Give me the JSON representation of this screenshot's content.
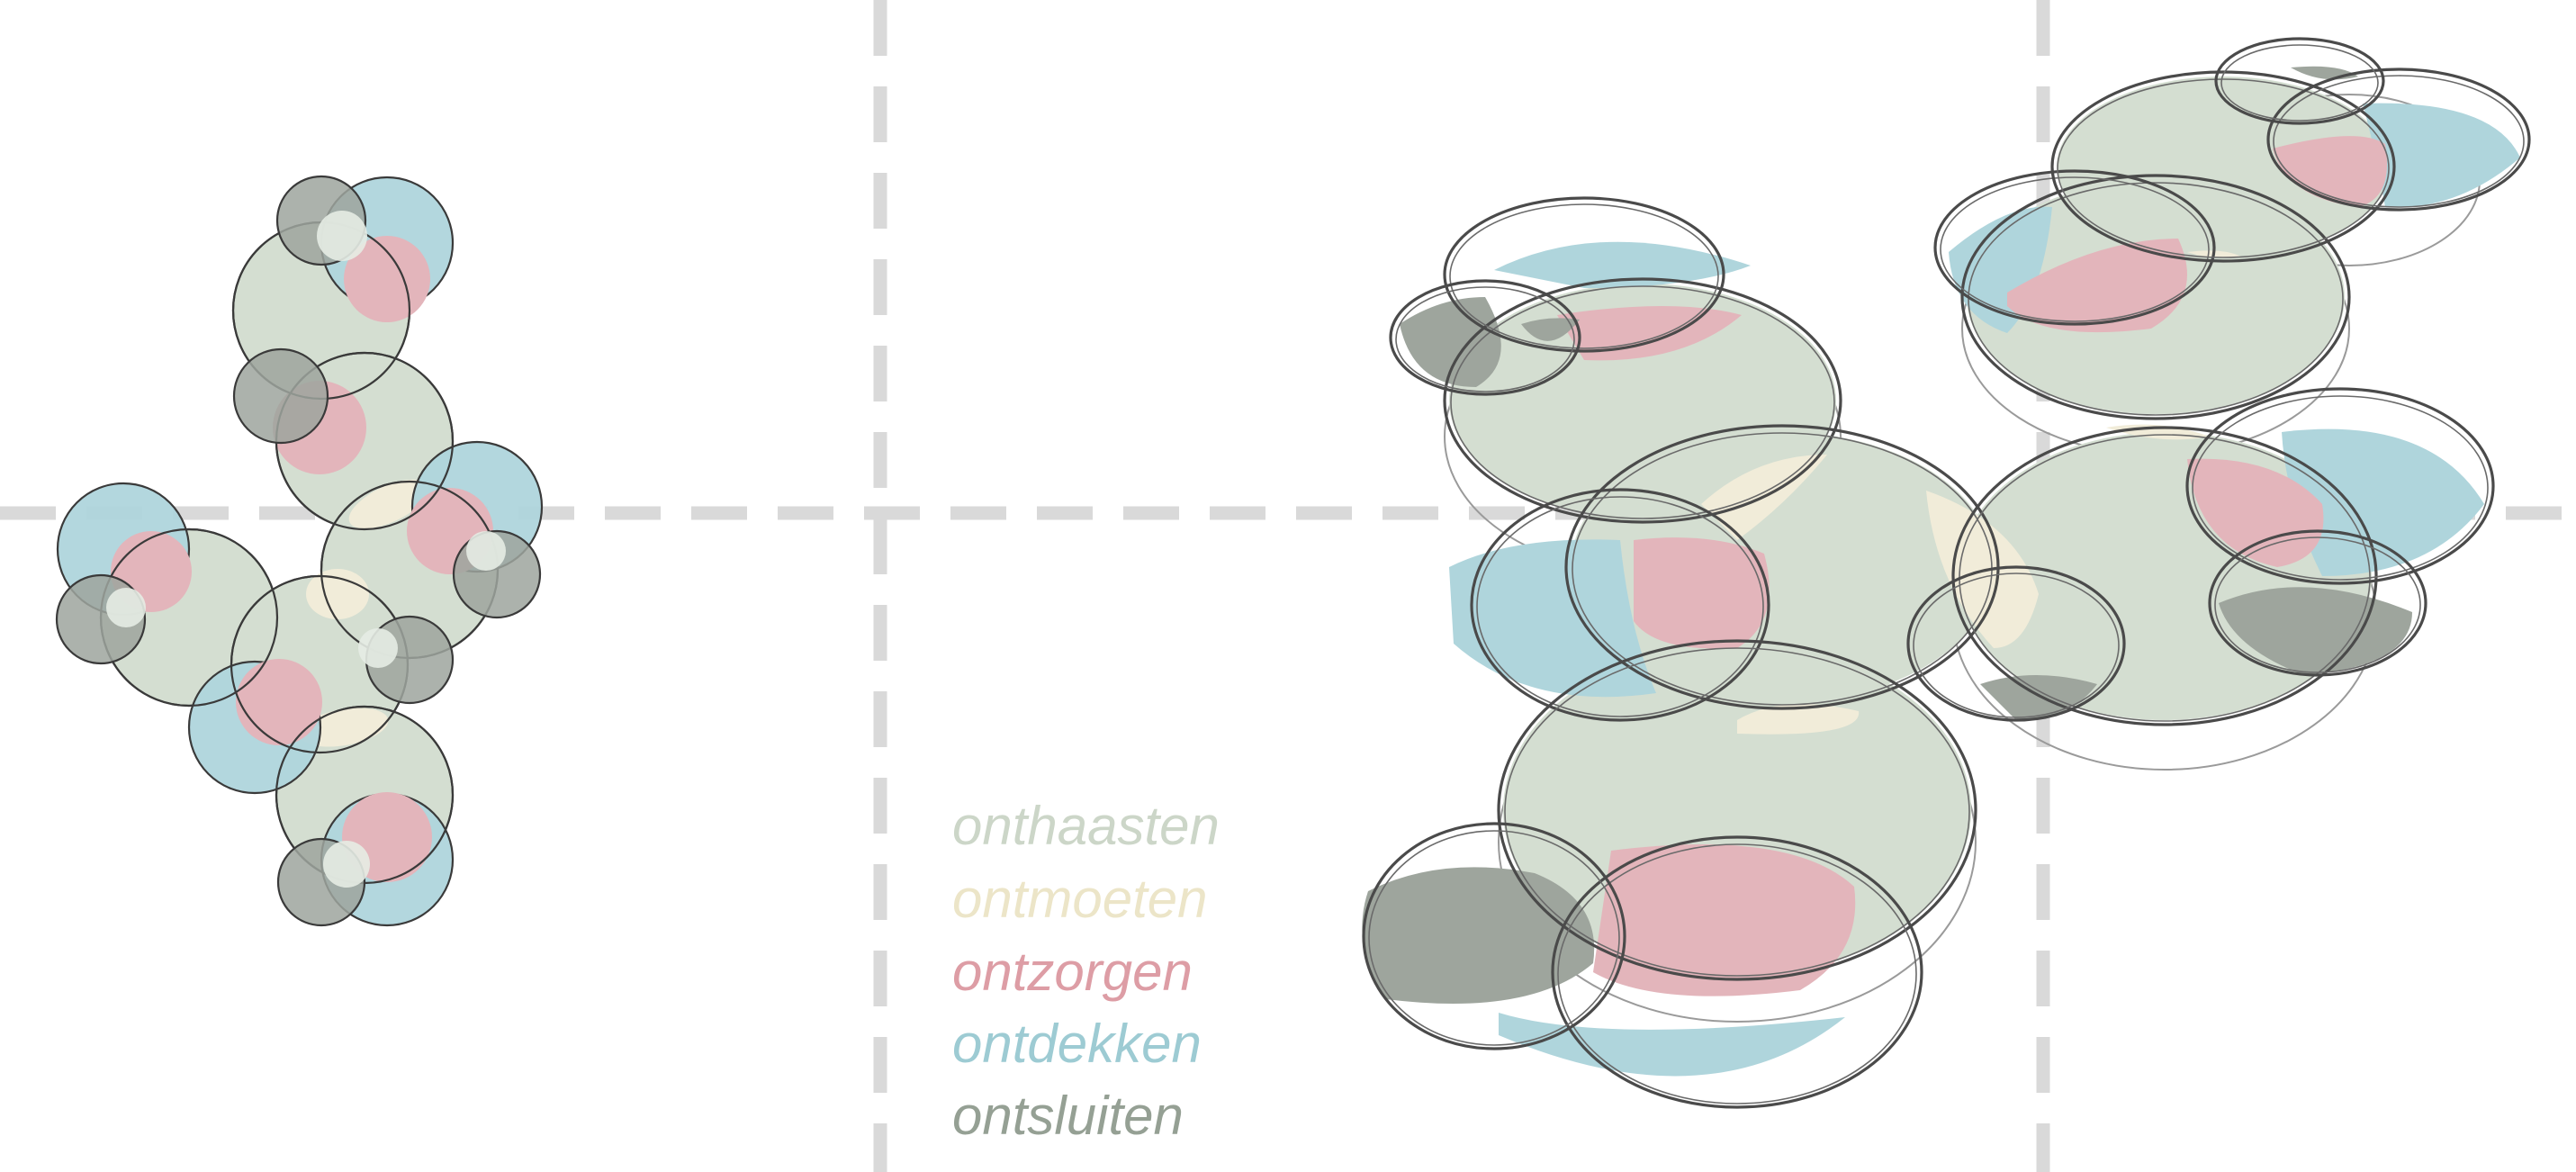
{
  "colors": {
    "onthaasten": "#d4ded1",
    "ontmoeten": "#f1ecd9",
    "ontzorgen": "#e3b5bb",
    "ontdekken": "#afd5dc",
    "ontsluiten": "#9ea59d",
    "guides": "#d9d9d9",
    "outline": "#3a3a3a",
    "background": "#ffffff"
  },
  "legend": [
    {
      "label": "onthaasten",
      "color": "#ccd6c8"
    },
    {
      "label": "ontmoeten",
      "color": "#ece5c8"
    },
    {
      "label": "ontzorgen",
      "color": "#dd9da5"
    },
    {
      "label": "ontdekken",
      "color": "#9dcbd3"
    },
    {
      "label": "ontsluiten",
      "color": "#95a094"
    }
  ]
}
